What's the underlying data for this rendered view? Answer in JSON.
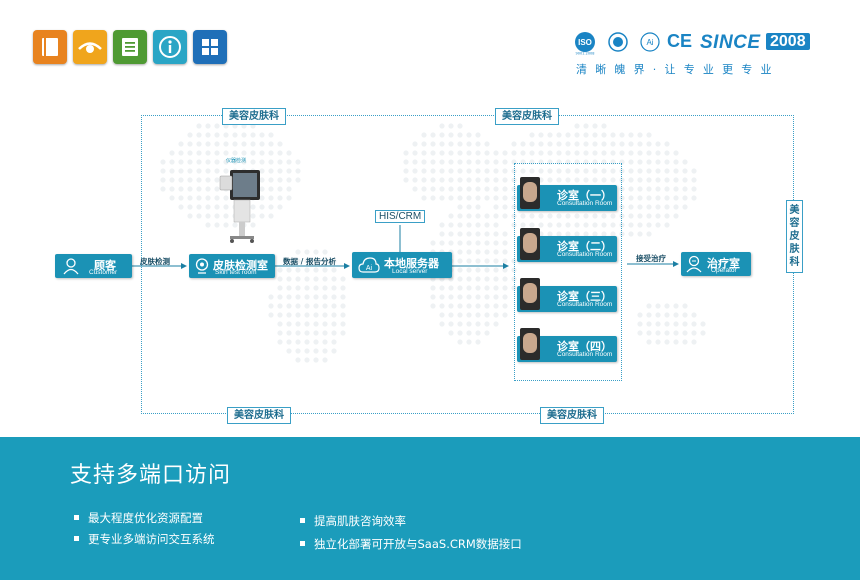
{
  "brand": {
    "since": "SINCE",
    "year": "2008",
    "slogan": "清晰魄界·让专业更专业",
    "cert_marks": [
      "ISO",
      "CE"
    ],
    "accent_color": "#1a84c4"
  },
  "icons": [
    "book-icon",
    "eye-icon",
    "list-icon",
    "info-icon",
    "windows-icon"
  ],
  "departments": {
    "top_left": "美容皮肤科",
    "top_mid": "美容皮肤科",
    "right": "美容皮肤科",
    "bottom_left": "美容皮肤科",
    "bottom_mid": "美容皮肤科"
  },
  "nodes": {
    "customer": {
      "zh": "顾客",
      "en": "Customer"
    },
    "skin_test": {
      "zh": "皮肤检测室",
      "en": "Skin test room",
      "device_caption": "仪器检测"
    },
    "server": {
      "zh": "本地服务器",
      "en": "Local server",
      "badge": "Ai",
      "external": "HIS/CRM"
    },
    "rooms": [
      {
        "zh": "诊室（一）",
        "en": "Consultation Room"
      },
      {
        "zh": "诊室（二）",
        "en": "Consultation Room"
      },
      {
        "zh": "诊室（三）",
        "en": "Consultation Room"
      },
      {
        "zh": "诊室（四）",
        "en": "Consultation Room"
      }
    ],
    "treatment": {
      "zh": "治疗室",
      "en": "Operator"
    }
  },
  "edges": {
    "customer_to_test": "皮肤检测",
    "test_to_server": "数据 / 报告分析",
    "rooms_to_treatment": "接受治疗"
  },
  "footer": {
    "title": "支持多端口访问",
    "bullets_left": [
      "最大程度优化资源配置",
      "更专业多端访问交互系统"
    ],
    "bullets_right": [
      "提高肌肤咨询效率",
      "独立化部署可开放与SaaS.CRM数据接口"
    ],
    "background": "#1b9cbb"
  }
}
